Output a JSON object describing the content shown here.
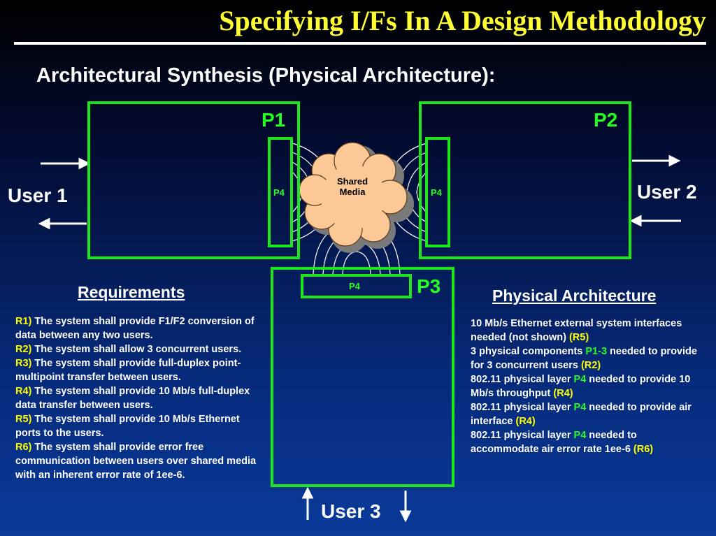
{
  "title": "Specifying I/Fs In A Design Methodology",
  "subtitle": "Architectural Synthesis (Physical Architecture):",
  "nodes": {
    "p1": "P1",
    "p2": "P2",
    "p3": "P3",
    "p4": "P4",
    "cloud_line1": "Shared",
    "cloud_line2": "Media"
  },
  "users": {
    "user1": "User 1",
    "user2": "User 2",
    "user3": "User 3"
  },
  "requirements": {
    "heading": "Requirements",
    "items": [
      {
        "id": "R1)",
        "text": "The system shall provide F1/F2 conversion of data between any two users."
      },
      {
        "id": "R2)",
        "text": "The system shall allow 3 concurrent users."
      },
      {
        "id": "R3)",
        "text": "The system shall provide full-duplex point-multipoint transfer between users."
      },
      {
        "id": "R4)",
        "text": "The system shall provide 10 Mb/s full-duplex data transfer between users."
      },
      {
        "id": "R5)",
        "text": "The system shall provide 10 Mb/s Ethernet ports to the users."
      },
      {
        "id": "R6)",
        "text": "The system shall provide error free communication between users over shared media with an inherent error rate of 1ee-6."
      }
    ]
  },
  "physical": {
    "heading": "Physical Architecture",
    "line1_a": "10 Mb/s Ethernet external system interfaces needed (not shown) ",
    "line1_ref": "(R5)",
    "line2_a": "3 physical components ",
    "line2_comp": "P1-3",
    "line2_b": " needed to provide for 3 concurrent users ",
    "line2_ref": "(R2)",
    "line3_a": "802.11 physical layer ",
    "line3_comp": "P4",
    "line3_b": " needed to provide 10 Mb/s throughput ",
    "line3_ref": "(R4)",
    "line4_a": "802.11 physical layer ",
    "line4_comp": "P4",
    "line4_b": " needed to provide air interface ",
    "line4_ref": "(R4)",
    "line5_a": "802.11 physical layer ",
    "line5_comp": "P4",
    "line5_b": " needed to accommodate air error rate 1ee-6 ",
    "line5_ref": "(R6)"
  }
}
